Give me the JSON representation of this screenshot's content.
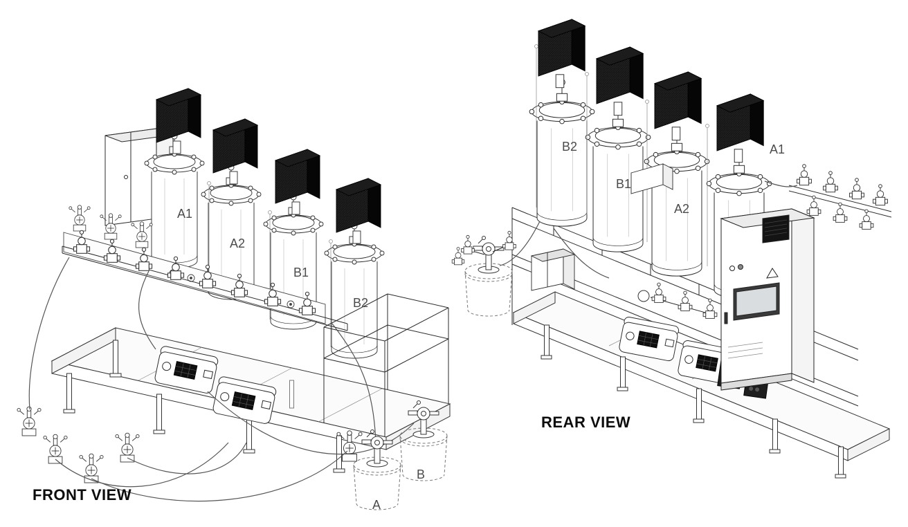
{
  "diagram": {
    "type": "isometric-technical-drawing",
    "description": "Two isometric CAD views of a multi-tank dosing/mixing machine skid",
    "front": {
      "caption": "FRONT VIEW",
      "tanks": [
        "A1",
        "A2",
        "B1",
        "B2"
      ],
      "buckets": [
        "A",
        "B"
      ]
    },
    "rear": {
      "caption": "REAR VIEW",
      "tanks": [
        "B2",
        "B1",
        "A2",
        "A1"
      ]
    },
    "colors": {
      "line": "#2a2a2a",
      "label": "#4b4b4b",
      "vent_unit_black": "#0b0b0b",
      "background": "#ffffff"
    }
  }
}
